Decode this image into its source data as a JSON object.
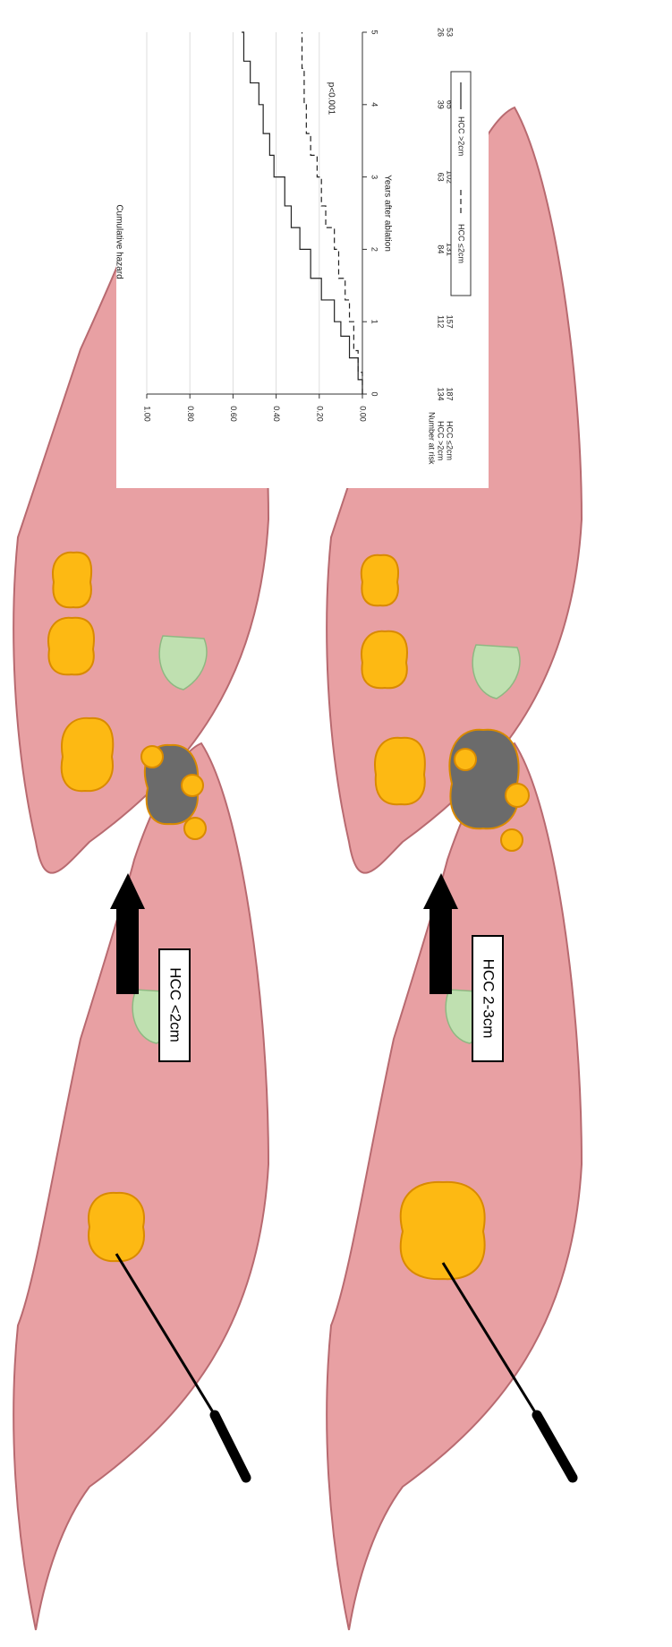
{
  "panels": {
    "small": {
      "label": "HCC <2cm"
    },
    "large": {
      "label": "HCC 2-3cm"
    }
  },
  "colors": {
    "liver": "#e8a0a3",
    "liver_outline": "#b86a70",
    "tumor": "#fdb913",
    "tumor_outline": "#d98a00",
    "ablated": "#6b6b6b",
    "gallbladder": "#bfe0b0",
    "gallbladder_outline": "#8fb882",
    "arrow": "#000000"
  },
  "chart_data": {
    "type": "line",
    "title": "",
    "xlabel": "Years after ablation",
    "ylabel": "Cumulative hazard",
    "xlim": [
      0,
      5
    ],
    "ylim": [
      0,
      1
    ],
    "x_ticks": [
      "0",
      "1",
      "2",
      "3",
      "4",
      "5"
    ],
    "y_ticks": [
      "0.00",
      "0.20",
      "0.40",
      "0.60",
      "0.80",
      "1.00"
    ],
    "annotation": "p<0.001",
    "grid": true,
    "legend_position": "bottom",
    "series": [
      {
        "name": "HCC >2cm",
        "style": "solid",
        "points": [
          [
            0,
            0
          ],
          [
            0.2,
            0.02
          ],
          [
            0.5,
            0.06
          ],
          [
            0.8,
            0.1
          ],
          [
            1,
            0.13
          ],
          [
            1.3,
            0.19
          ],
          [
            1.6,
            0.24
          ],
          [
            2,
            0.29
          ],
          [
            2.3,
            0.33
          ],
          [
            2.6,
            0.36
          ],
          [
            3,
            0.41
          ],
          [
            3.3,
            0.43
          ],
          [
            3.6,
            0.46
          ],
          [
            4,
            0.48
          ],
          [
            4.3,
            0.52
          ],
          [
            4.6,
            0.55
          ],
          [
            5,
            0.56
          ]
        ]
      },
      {
        "name": "HCC ≤2cm",
        "style": "dashed",
        "points": [
          [
            0,
            0
          ],
          [
            0.3,
            0.02
          ],
          [
            0.6,
            0.04
          ],
          [
            1,
            0.06
          ],
          [
            1.3,
            0.08
          ],
          [
            1.6,
            0.11
          ],
          [
            2,
            0.13
          ],
          [
            2.3,
            0.17
          ],
          [
            2.6,
            0.19
          ],
          [
            3,
            0.21
          ],
          [
            3.3,
            0.24
          ],
          [
            3.6,
            0.26
          ],
          [
            4,
            0.27
          ],
          [
            4.5,
            0.28
          ],
          [
            5,
            0.28
          ]
        ]
      }
    ],
    "risk_table": {
      "header": "Number at risk",
      "rows": [
        {
          "name": "HCC >2cm",
          "values": [
            "134",
            "112",
            "84",
            "63",
            "39",
            "26"
          ]
        },
        {
          "name": "HCC ≤2cm",
          "values": [
            "187",
            "157",
            "131",
            "102",
            "65",
            "53"
          ]
        }
      ]
    }
  }
}
